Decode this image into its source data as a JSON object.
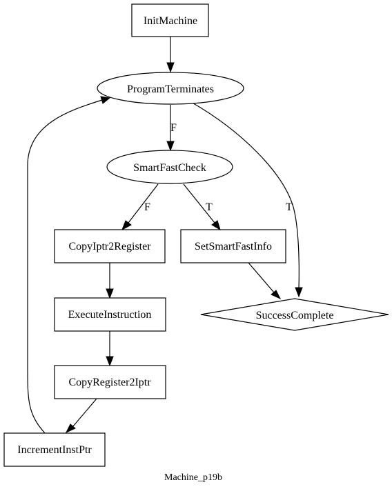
{
  "diagram": {
    "caption": "Machine_p19b",
    "nodes": {
      "init_machine": "InitMachine",
      "program_terminates": "ProgramTerminates",
      "smart_fast_check": "SmartFastCheck",
      "copy_iptr2register": "CopyIptr2Register",
      "set_smart_fast_info": "SetSmartFastInfo",
      "success_complete": "SuccessComplete",
      "execute_instruction": "ExecuteInstruction",
      "copy_register2iptr": "CopyRegister2Iptr",
      "increment_inst_ptr": "IncrementInstPtr"
    },
    "edge_labels": {
      "terminates_false": "F",
      "terminates_true": "T",
      "check_false": "F",
      "check_true": "T"
    },
    "edges": [
      [
        "InitMachine",
        "ProgramTerminates"
      ],
      [
        "ProgramTerminates",
        "SmartFastCheck",
        "F"
      ],
      [
        "ProgramTerminates",
        "SuccessComplete",
        "T"
      ],
      [
        "SmartFastCheck",
        "CopyIptr2Register",
        "F"
      ],
      [
        "SmartFastCheck",
        "SetSmartFastInfo",
        "T"
      ],
      [
        "SetSmartFastInfo",
        "SuccessComplete"
      ],
      [
        "CopyIptr2Register",
        "ExecuteInstruction"
      ],
      [
        "ExecuteInstruction",
        "CopyRegister2Iptr"
      ],
      [
        "CopyRegister2Iptr",
        "IncrementInstPtr"
      ],
      [
        "IncrementInstPtr",
        "ProgramTerminates"
      ]
    ]
  }
}
